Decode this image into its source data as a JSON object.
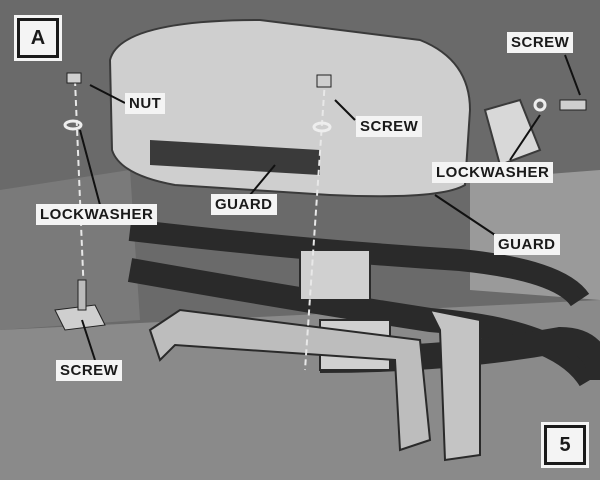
{
  "figure": {
    "panel_letter": "A",
    "figure_number": "5"
  },
  "labels": {
    "nut": "NUT",
    "screw_top_left_hidden": "",
    "screw_center": "SCREW",
    "screw_top_right": "SCREW",
    "screw_bottom_left": "SCREW",
    "lockwasher_left": "LOCKWASHER",
    "lockwasher_right": "LOCKWASHER",
    "guard_center": "GUARD",
    "guard_right": "GUARD"
  },
  "colors": {
    "background": "#5a5a5a",
    "guard_cover": "#cfcfcf",
    "cable": "#2a2a2a",
    "label_bg": "#f4f4f4",
    "ink": "#1a1a1a"
  }
}
